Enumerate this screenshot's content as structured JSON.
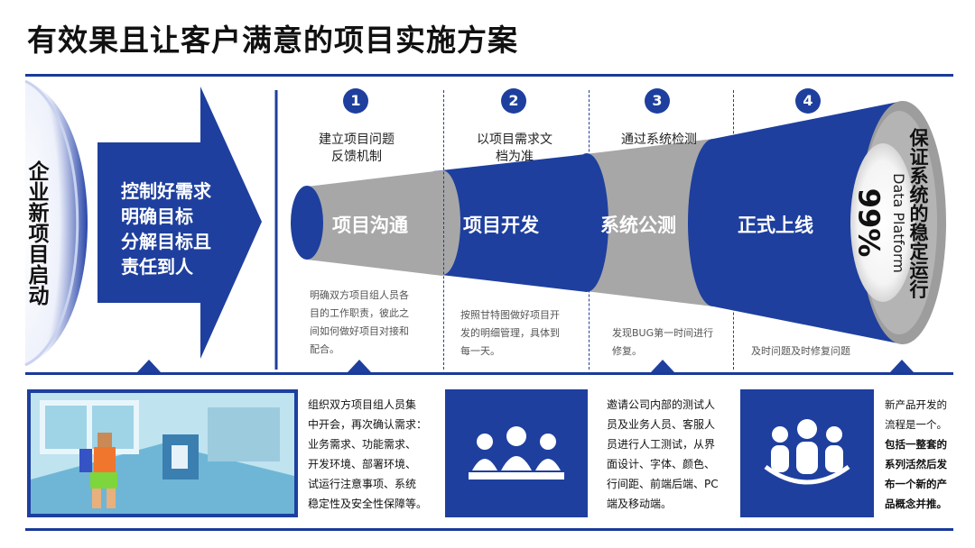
{
  "title": "有效果且让客户满意的项目实施方案",
  "left_vertical": "企业新项目启动",
  "arrow_lines": [
    "控制好需求",
    "明确目标",
    "分解目标且",
    "责任到人"
  ],
  "steps": [
    {
      "num": "1",
      "title_lines": [
        "建立项目问题",
        "反馈机制"
      ],
      "segment": "项目沟通",
      "desc_lines": [
        "明确双方项目组人员各",
        "目的工作职责，彼此之",
        "间如何做好项目对接和",
        "配合。"
      ]
    },
    {
      "num": "2",
      "title_lines": [
        "以项目需求文",
        "档为准"
      ],
      "segment": "项目开发",
      "desc_lines": [
        "按照甘特图做好项目开",
        "发的明细管理，具体到",
        "每一天。"
      ]
    },
    {
      "num": "3",
      "title_lines": [
        "通过系统检测"
      ],
      "segment": "系统公测",
      "desc_lines": [
        "发现BUG第一时间进行",
        "修复。"
      ]
    },
    {
      "num": "4",
      "title_lines": [
        ""
      ],
      "segment": "正式上线",
      "desc_lines": [
        "及时问题及时修复问题"
      ]
    }
  ],
  "cone": {
    "percent": "99%",
    "sub": "Data Platform"
  },
  "right_vertical": "保证系统的稳定运行",
  "bottom": [
    {
      "icon": "office-illustration-icon",
      "text_lines": [
        "组织双方项目组人员集",
        "中开会，再次确认需求：",
        "业务需求、功能需求、",
        "开发环境、部署环境、",
        "试运行注意事项、系统",
        "稳定性及安全性保障等。"
      ]
    },
    {
      "icon": "team-meeting-icon",
      "text_lines": [
        "邀请公司内部的测试人",
        "员及业务人员、客服人",
        "员进行人工测试，从界",
        "面设计、字体、颜色、",
        "行间距、前端后端、PC",
        "端及移动端。"
      ]
    },
    {
      "icon": "group-icon",
      "text_lines": [
        "新产品开发的",
        "流程是一个。",
        "包括一整套的",
        "系列活然后发",
        "布一个新的产",
        "品概念并推。"
      ]
    }
  ],
  "colors": {
    "blue": "#1e3f9e",
    "gray": "#a7a7a7",
    "light_gray": "#d9d9d9"
  }
}
